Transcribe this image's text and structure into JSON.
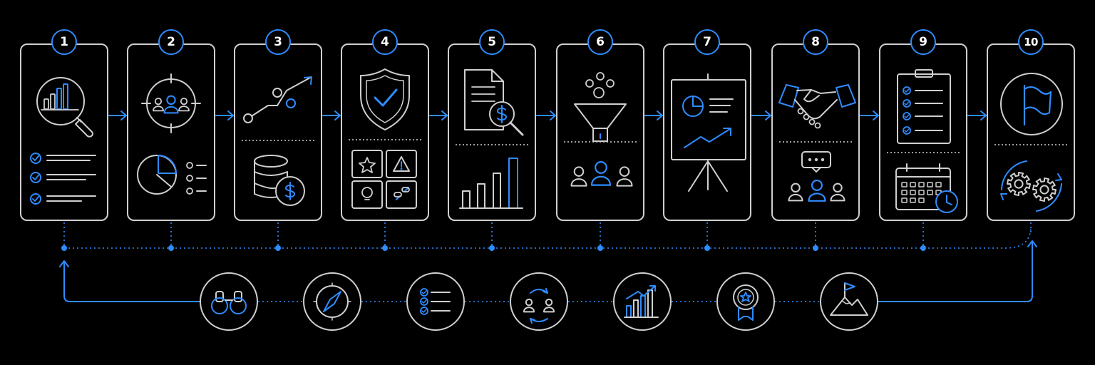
{
  "colors": {
    "background": "#000000",
    "line": "#cfcfcf",
    "accent": "#2f8cff",
    "dotted": "#2f8cff"
  },
  "steps": [
    {
      "number": "1",
      "icons": [
        "magnifier-bar-chart-icon",
        "checklist-icon"
      ]
    },
    {
      "number": "2",
      "icons": [
        "target-audience-icon",
        "pie-chart-list-icon"
      ]
    },
    {
      "number": "3",
      "icons": [
        "trend-line-icon",
        "coins-dollar-icon"
      ]
    },
    {
      "number": "4",
      "icons": [
        "shield-check-icon",
        "risk-grid-icon"
      ]
    },
    {
      "number": "5",
      "icons": [
        "document-dollar-search-icon",
        "bar-chart-icon"
      ]
    },
    {
      "number": "6",
      "icons": [
        "funnel-icon",
        "team-icon"
      ]
    },
    {
      "number": "7",
      "icons": [
        "presentation-board-icon"
      ]
    },
    {
      "number": "8",
      "icons": [
        "handshake-icon",
        "team-discussion-icon"
      ]
    },
    {
      "number": "9",
      "icons": [
        "clipboard-checklist-icon",
        "calendar-clock-icon"
      ]
    },
    {
      "number": "10",
      "icons": [
        "flag-circle-icon",
        "gears-cycle-icon"
      ]
    }
  ],
  "bottom_icons": [
    "binoculars-icon",
    "compass-icon",
    "checklist-icon",
    "exchange-people-icon",
    "growth-chart-icon",
    "award-badge-icon",
    "mountain-flag-icon"
  ]
}
